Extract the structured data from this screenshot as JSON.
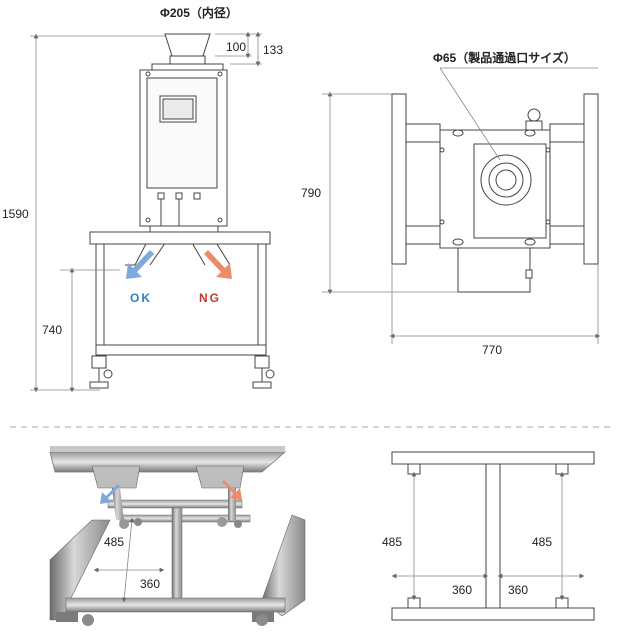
{
  "front_view": {
    "inlet_diameter_label": "Φ205（内径）",
    "dim_100": "100",
    "dim_133": "133",
    "height_total": "1590",
    "height_stand": "740",
    "ok_label": "OK",
    "ng_label": "NG"
  },
  "top_view": {
    "aperture_label": "Φ65（製品通過口サイズ）",
    "depth": "790",
    "width": "770"
  },
  "photo_view": {
    "dim_485": "485",
    "dim_360": "360"
  },
  "base_plan": {
    "dim_485_left": "485",
    "dim_485_right": "485",
    "dim_360_left": "360",
    "dim_360_right": "360"
  },
  "colors": {
    "ok_arrow": "#7fa9d9",
    "ng_arrow": "#ec8a6a",
    "ok_text": "#2f7fc1",
    "ng_text": "#c0392b",
    "line": "#555555"
  }
}
